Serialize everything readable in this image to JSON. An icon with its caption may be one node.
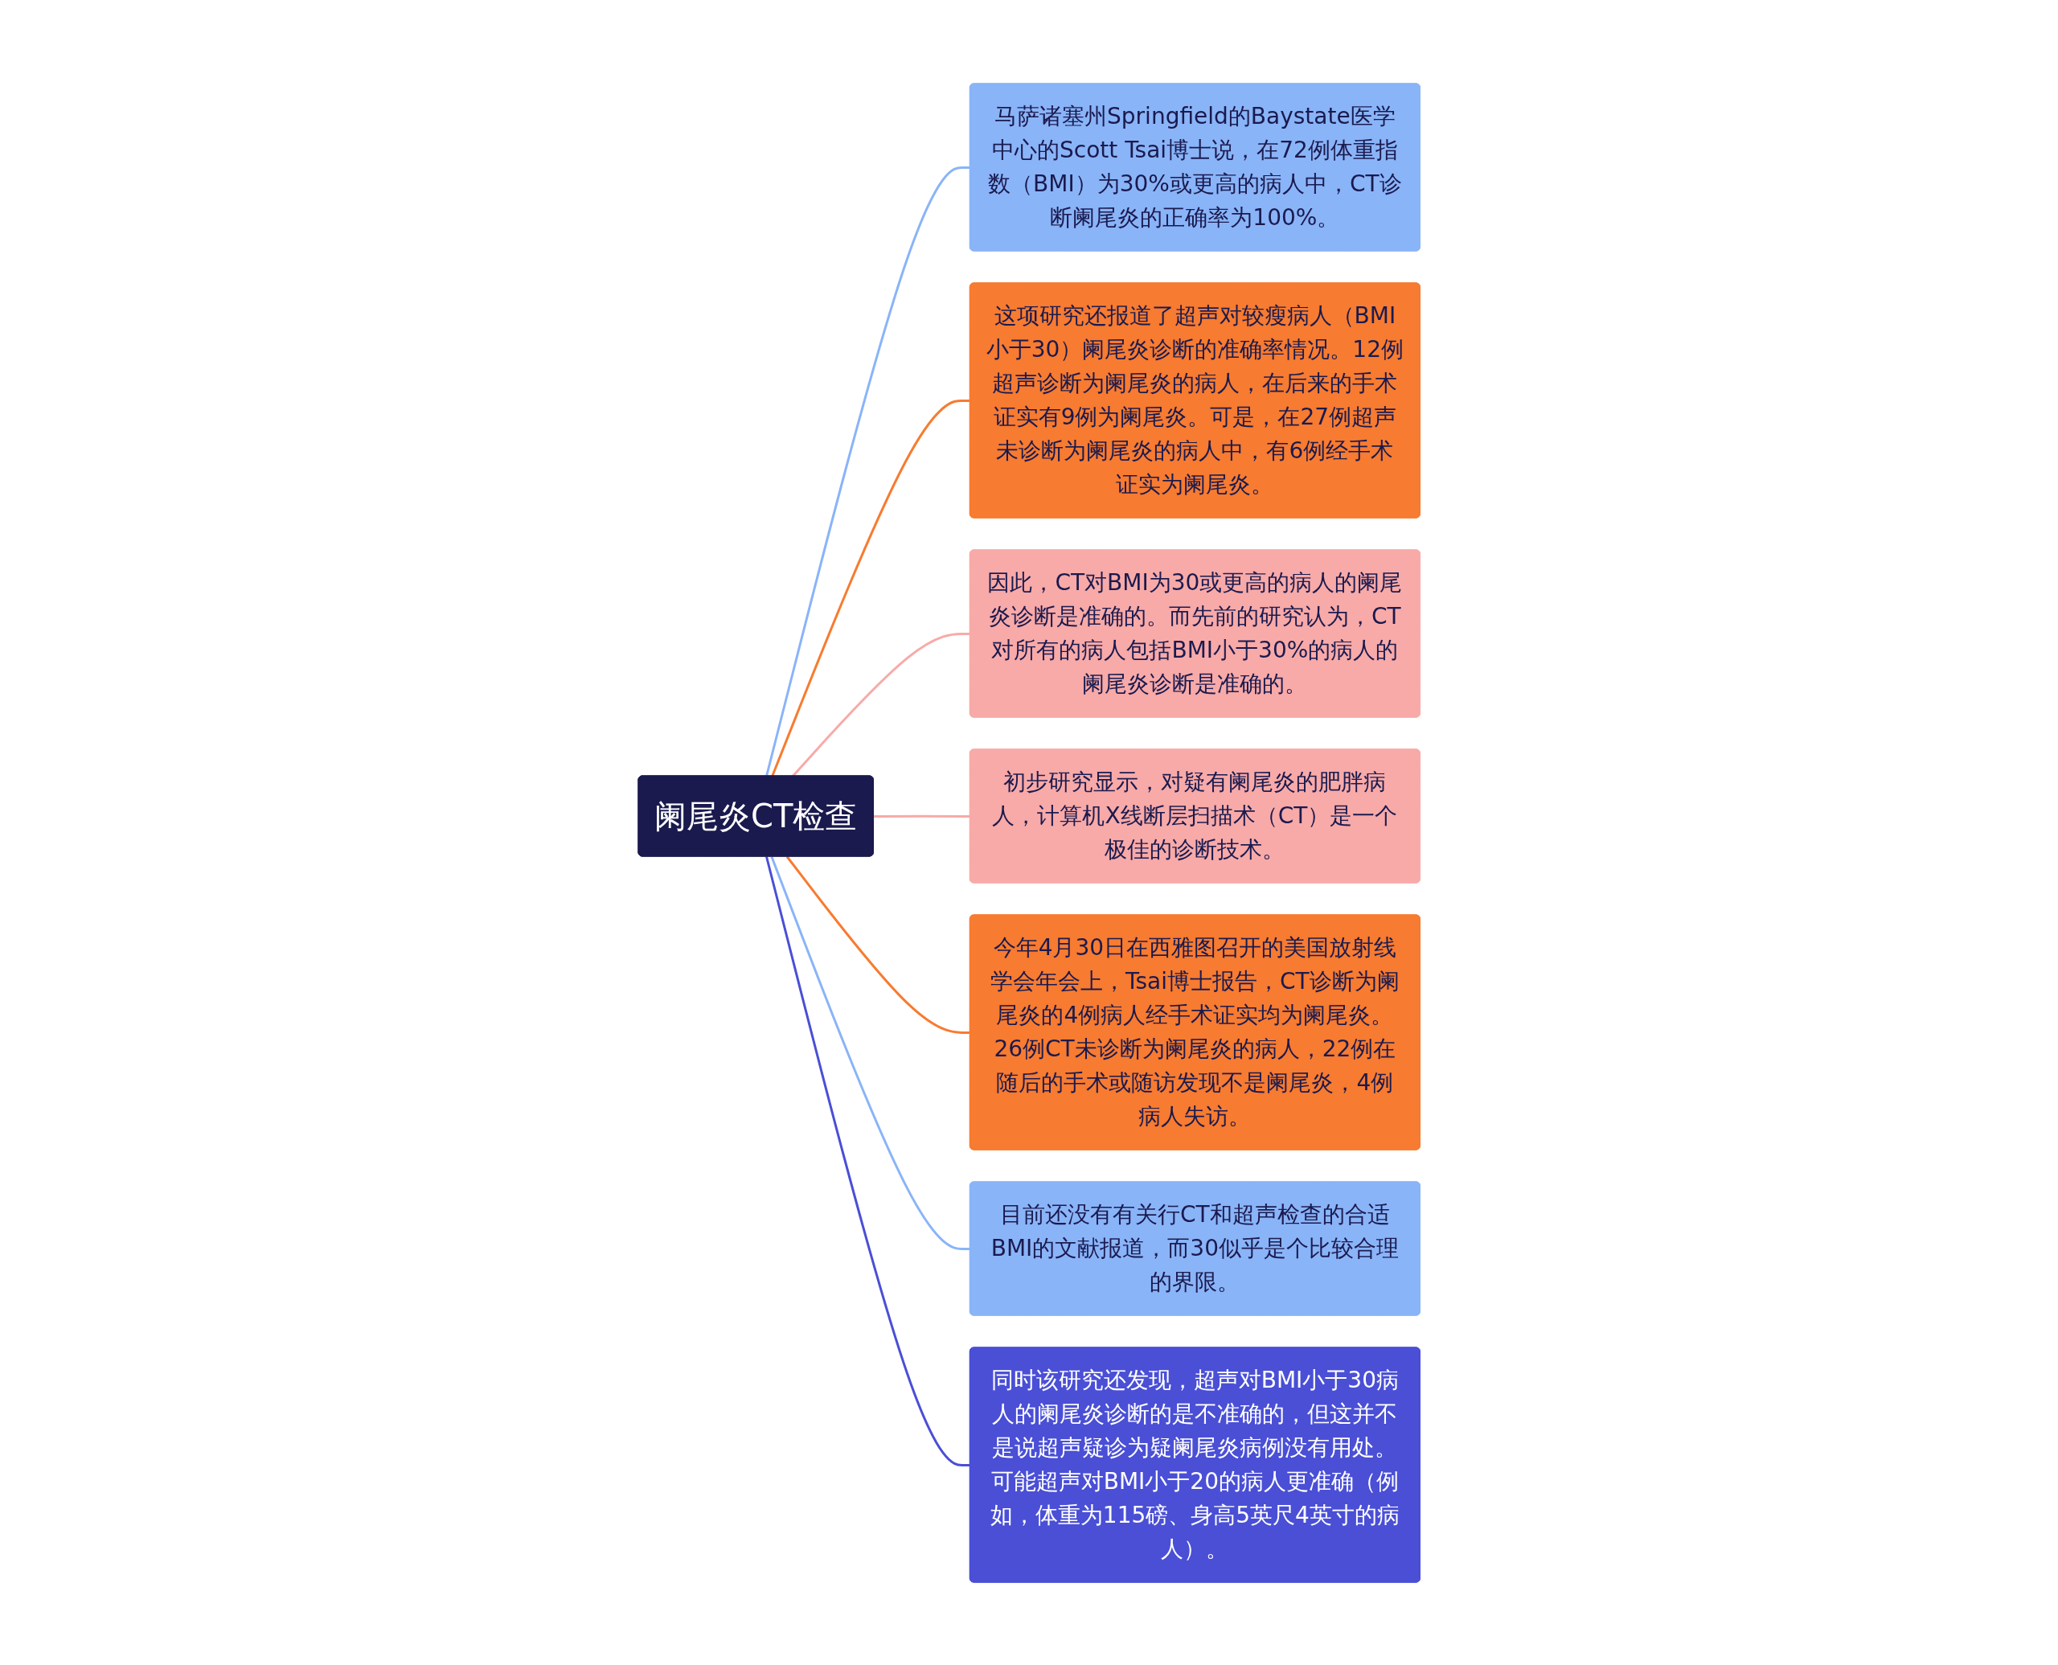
{
  "diagram": {
    "nodes": [
      {
        "text": [
          "阑尾炎CT检查"
        ]
      },
      {
        "text": [
          "马萨诸塞州Springfield的Baystate医学中心的Scott Tsai博士说，在72例体重指数（BMI）为30%或更高的病人中，CT诊断阑尾炎的正确率为100%。"
        ]
      },
      {
        "text": [
          "这项研究还报道了超声对较瘦病人（BMI小于30）阑尾炎诊断的准确率情况。12例超声诊断为阑尾炎的病人，在后来的手术证实有9例为阑尾炎。可是，在27例超声未诊断为阑尾炎的病人中，有6例经手术证实为阑尾炎。"
        ]
      },
      {
        "text": [
          "因此，CT对BMI为30或更高的病人的阑尾炎诊断是准确的。而先前的研究认为，CT对所有的病人包括BMI小于30%的病人的阑尾炎诊断是准确的。"
        ]
      },
      {
        "text": [
          "初步研究显示，对疑有阑尾炎的肥胖病人，计算机X线断层扫描术（CT）是一个极佳的诊断技术。"
        ]
      },
      {
        "text": [
          "今年4月30日在西雅图召开的美国放射线学会年会上，Tsai博士报告，CT诊断为阑尾炎的4例病人经手术证实均为阑尾炎。26例CT未诊断为阑尾炎的病人，22例在随后的手术或随访发现不是阑尾炎，4例病人失访。"
        ]
      },
      {
        "text": [
          "目前还没有有关行CT和超声检查的合适BMI的文献报道，而30似乎是个比较合理的界限。"
        ]
      },
      {
        "text": [
          "同时该研究还发现，超声对BMI小于30病人的阑尾炎诊断的是不准确的，但这并不是说超声疑诊为疑阑尾炎病例没有用处。可能超声对BMI小于20的病人更准确（例如，体重为115磅、身高5英尺4英寸的病人）。"
        ]
      }
    ],
    "edges": [
      {
        "from": 0,
        "to": 1,
        "arrow": "none",
        "color": "#8ab4f8"
      },
      {
        "from": 0,
        "to": 2,
        "arrow": "none",
        "color": "#f77b30"
      },
      {
        "from": 0,
        "to": 3,
        "arrow": "none",
        "color": "#f8aaa8"
      },
      {
        "from": 0,
        "to": 4,
        "arrow": "none",
        "color": "#f8aaa8"
      },
      {
        "from": 0,
        "to": 5,
        "arrow": "none",
        "color": "#f77b30"
      },
      {
        "from": 0,
        "to": 6,
        "arrow": "none",
        "color": "#8ab4f8"
      },
      {
        "from": 0,
        "to": 7,
        "arrow": "none",
        "color": "#4a4fd6"
      }
    ]
  }
}
